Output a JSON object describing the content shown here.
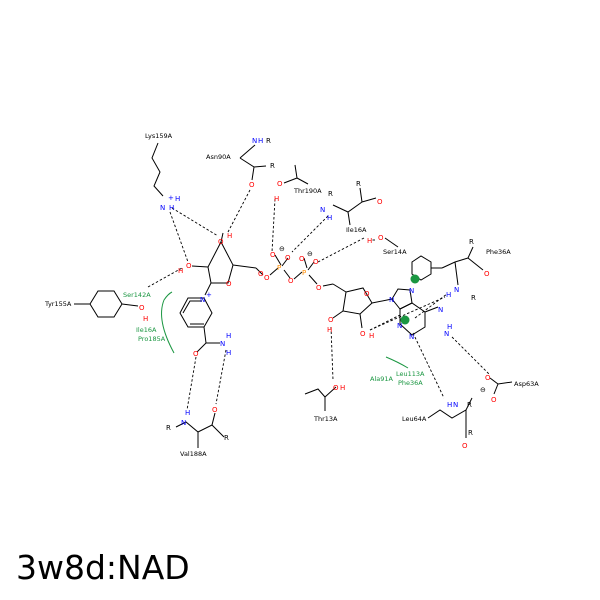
{
  "caption": "3w8d:NAD",
  "colors": {
    "bond": "#000000",
    "nitrogen": "#0000ff",
    "oxygen": "#ff0000",
    "phosphorus": "#ff8c00",
    "hydrophobic": "#1a9641",
    "pi_marker": "#1a9641"
  },
  "residues": {
    "lys159": "Lys159A",
    "asn90": "Asn90A",
    "thr190": "Thr190A",
    "ile16_top": "Ile16A",
    "ser14": "Ser14A",
    "phe36_top": "Phe36A",
    "tyr155": "Tyr155A",
    "ser142": "Ser142A",
    "ile16_green": "Ile16A",
    "pro185": "Pro185A",
    "val188": "Val188A",
    "thr13": "Thr13A",
    "ala91": "Ala91A",
    "leu113": "Leu113A",
    "phe36_green": "Phe36A",
    "leu64": "Leu64A",
    "asp63": "Asp63A"
  },
  "atoms": {
    "n": "N",
    "o": "O",
    "h": "H",
    "p": "P",
    "r": "R",
    "nplus": "N",
    "plus": "+",
    "minus": "⊖"
  }
}
